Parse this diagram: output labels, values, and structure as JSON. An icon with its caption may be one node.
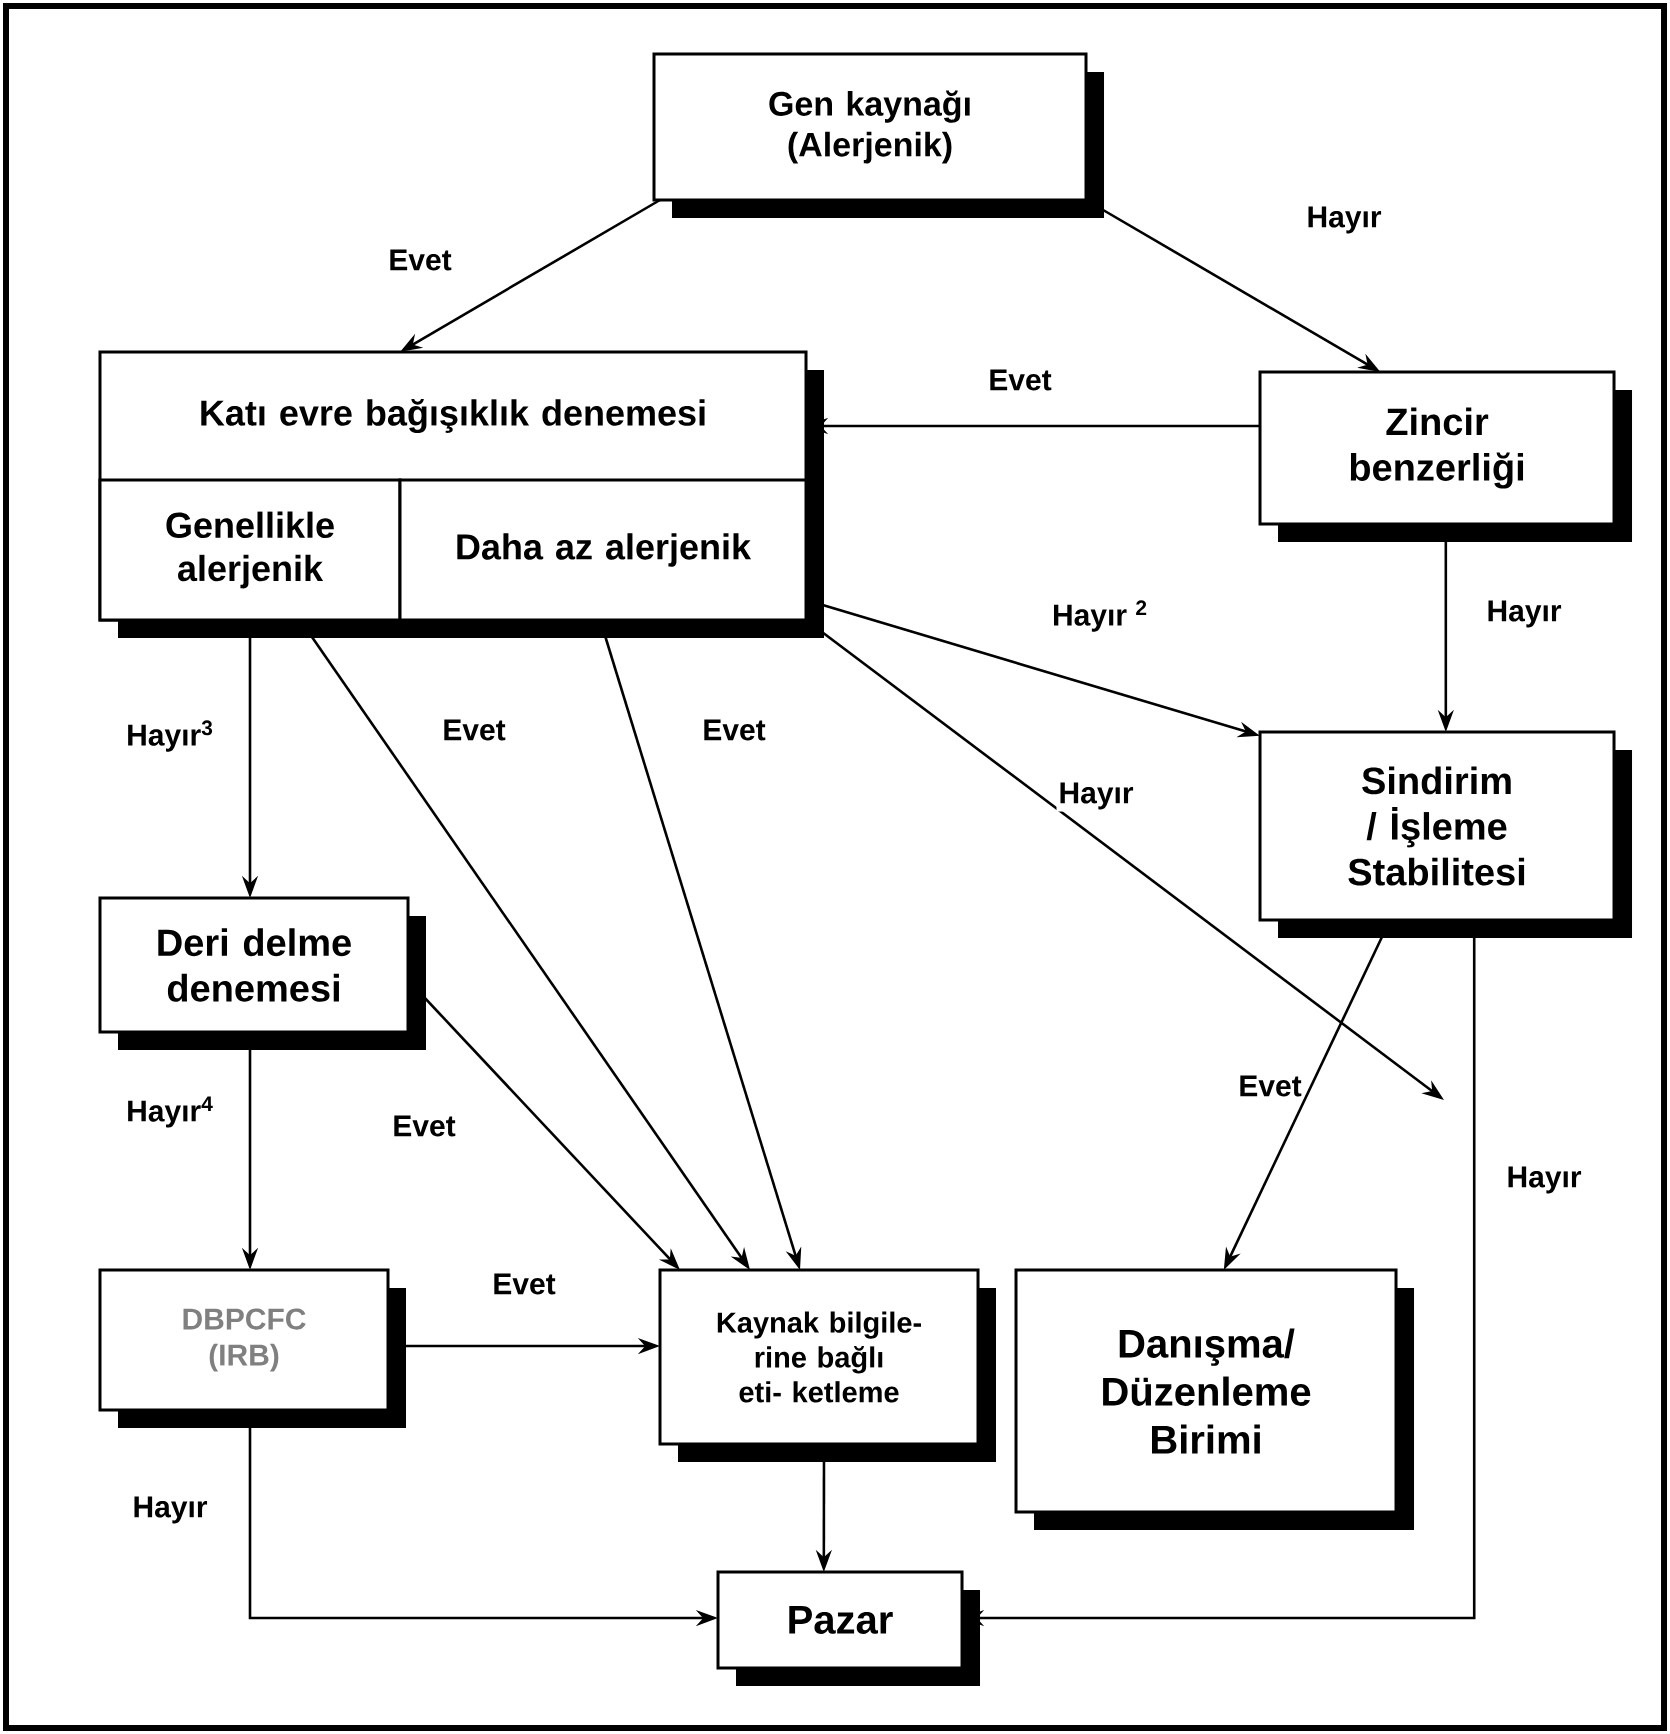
{
  "diagram": {
    "nodes": [
      {
        "text": [
          "Gen kaynağı (Alerjenik)"
        ]
      },
      {
        "text": [
          "Katı evre bağışıklık denemesi"
        ]
      },
      {
        "text": [
          "Genellikle alerjenik"
        ],
        "in": 1
      },
      {
        "text": [
          "Daha az alerjenik"
        ],
        "in": 1
      },
      {
        "text": [
          "Zincir benzerliği"
        ]
      },
      {
        "text": [
          "Sindirim / İşleme Stabilitesi"
        ]
      },
      {
        "text": [
          "Deri delme denemesi"
        ]
      },
      {
        "text": [
          "DBPCFC (IRB)"
        ]
      },
      {
        "text": [
          "Kaynak bilgile- rine bağlı eti- ketleme"
        ]
      },
      {
        "text": [
          "Danışma/ Düzenleme Birimi"
        ]
      },
      {
        "text": [
          "Pazar"
        ]
      }
    ],
    "edges": [
      {
        "from": 0,
        "to": 1,
        "arrow": "to",
        "label": "Evet"
      },
      {
        "from": 0,
        "to": 4,
        "arrow": "to",
        "label": "Hayır"
      },
      {
        "from": 4,
        "to": 1,
        "arrow": "to",
        "label": "Evet"
      },
      {
        "from": 4,
        "to": 5,
        "arrow": "to",
        "label": "Hayır"
      },
      {
        "from": 3,
        "to": 5,
        "arrow": "to",
        "label": "Hayır $^{2}$"
      },
      {
        "from": 3,
        "to": null,
        "arrow": "to",
        "label": "Hayır"
      },
      {
        "from": 2,
        "to": 6,
        "arrow": "to",
        "label": "Hayır$^{3}$"
      },
      {
        "from": 2,
        "to": 8,
        "arrow": "to",
        "label": "Evet"
      },
      {
        "from": 3,
        "to": 8,
        "arrow": "to",
        "label": "Evet"
      },
      {
        "from": 6,
        "to": 8,
        "arrow": "to",
        "label": "Evet"
      },
      {
        "from": 6,
        "to": 7,
        "arrow": "to",
        "label": "Hayır$^{4}$"
      },
      {
        "from": 7,
        "to": 8,
        "arrow": "to",
        "label": "Evet"
      },
      {
        "from": 7,
        "to": 10,
        "arrow": "to",
        "label": "Hayır"
      },
      {
        "from": 8,
        "to": 10,
        "arrow": "to"
      },
      {
        "from": 5,
        "to": 9,
        "arrow": "to",
        "label": "Evet"
      },
      {
        "from": 5,
        "to": 10,
        "arrow": "to",
        "label": "Hayır"
      }
    ]
  }
}
